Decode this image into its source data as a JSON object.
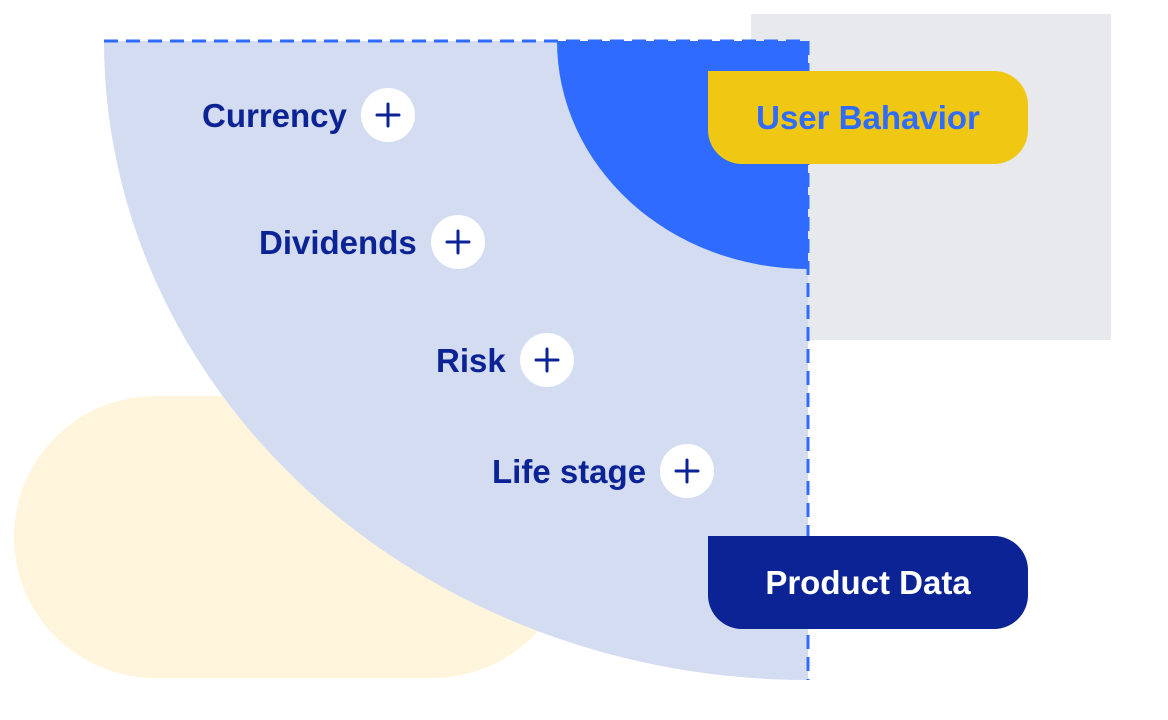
{
  "factors": [
    {
      "label": "Currency",
      "icon": "plus-icon"
    },
    {
      "label": "Dividends",
      "icon": "plus-icon"
    },
    {
      "label": "Risk",
      "icon": "plus-icon"
    },
    {
      "label": "Life stage",
      "icon": "plus-icon"
    }
  ],
  "badges": {
    "user_behavior": "User Bahavior",
    "product_data": "Product Data"
  },
  "colors": {
    "quarter_fill": "#d3dcf1",
    "inner_quarter": "#2f6bff",
    "gray_box": "#e8e9ec",
    "cream_blob": "#fff5dc",
    "dashed_line": "#2f6bff",
    "navy_text": "#0b2394",
    "yellow_badge": "#f0c814"
  }
}
